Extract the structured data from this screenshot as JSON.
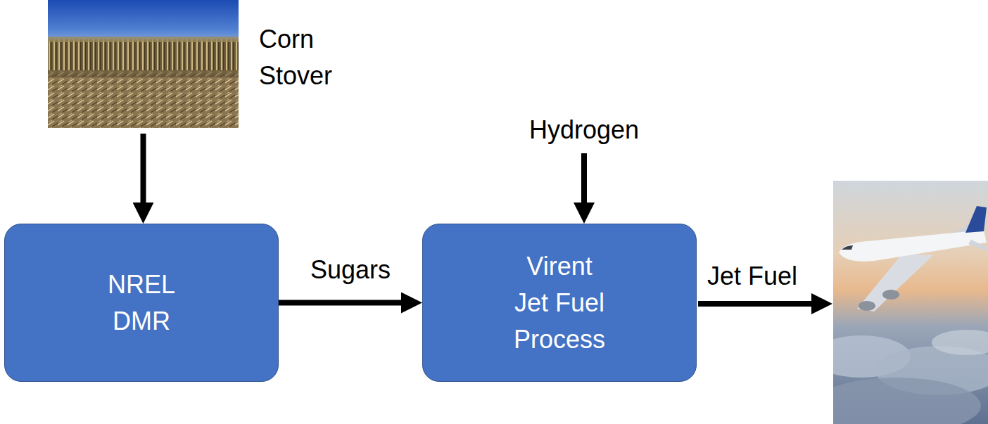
{
  "diagram": {
    "nodes": [
      {
        "text": [
          "Corn Stover"
        ]
      },
      {
        "text": [
          "NREL DMR"
        ]
      },
      {
        "text": [
          "Hydrogen"
        ]
      },
      {
        "text": [
          "Virent Jet Fuel Process"
        ]
      }
    ],
    "edges": [
      {
        "from": 0,
        "to": 1,
        "arrow": "to"
      },
      {
        "from": 1,
        "to": 3,
        "label": "Sugars",
        "arrow": "to"
      },
      {
        "from": 2,
        "to": 3,
        "arrow": "to"
      }
    ],
    "labels": [
      "Jet Fuel"
    ]
  }
}
